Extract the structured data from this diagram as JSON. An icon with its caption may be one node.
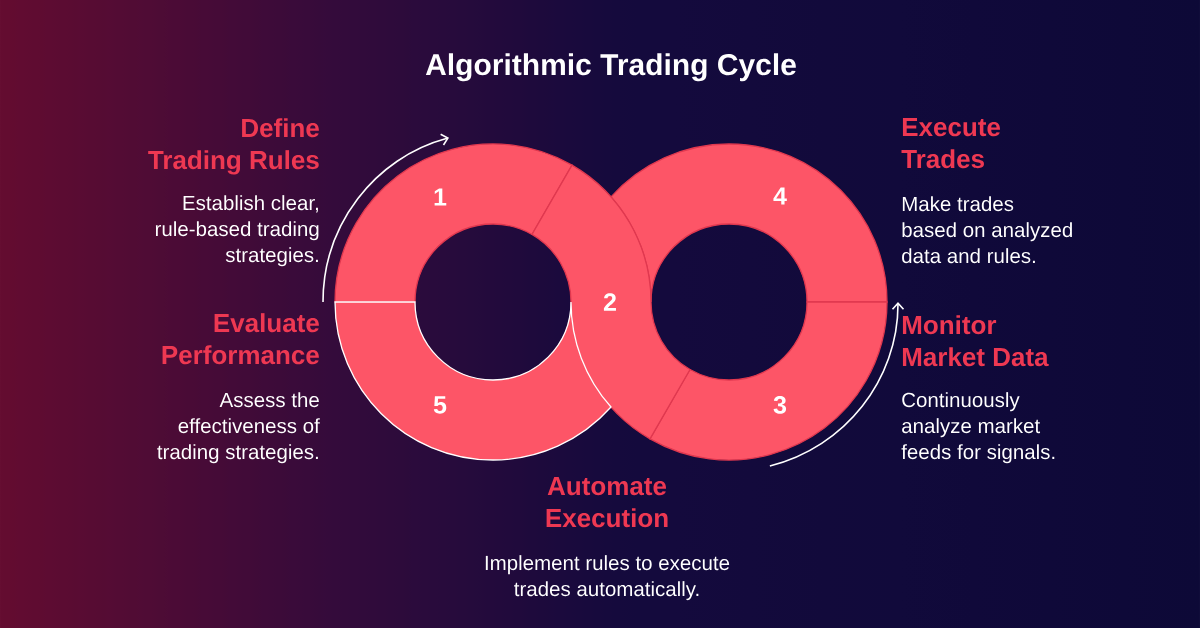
{
  "diagram": {
    "title": "Algorithmic Trading Cycle",
    "nodes": [
      {
        "text": [
          "1"
        ],
        "beside": [
          "Define Trading Rules",
          "Establish clear, rule-based trading strategies."
        ]
      },
      {
        "text": [
          "2"
        ],
        "beside": [
          "Automate Execution",
          "Implement rules to execute trades automatically."
        ]
      },
      {
        "text": [
          "3"
        ],
        "beside": [
          "Monitor Market Data",
          "Continuously analyze market feeds for signals."
        ]
      },
      {
        "text": [
          "4"
        ],
        "beside": [
          "Execute Trades",
          "Make trades based on analyzed data and rules."
        ]
      },
      {
        "text": [
          "5"
        ],
        "beside": [
          "Evaluate Performance",
          "Assess the effectiveness of trading strategies."
        ]
      }
    ]
  }
}
